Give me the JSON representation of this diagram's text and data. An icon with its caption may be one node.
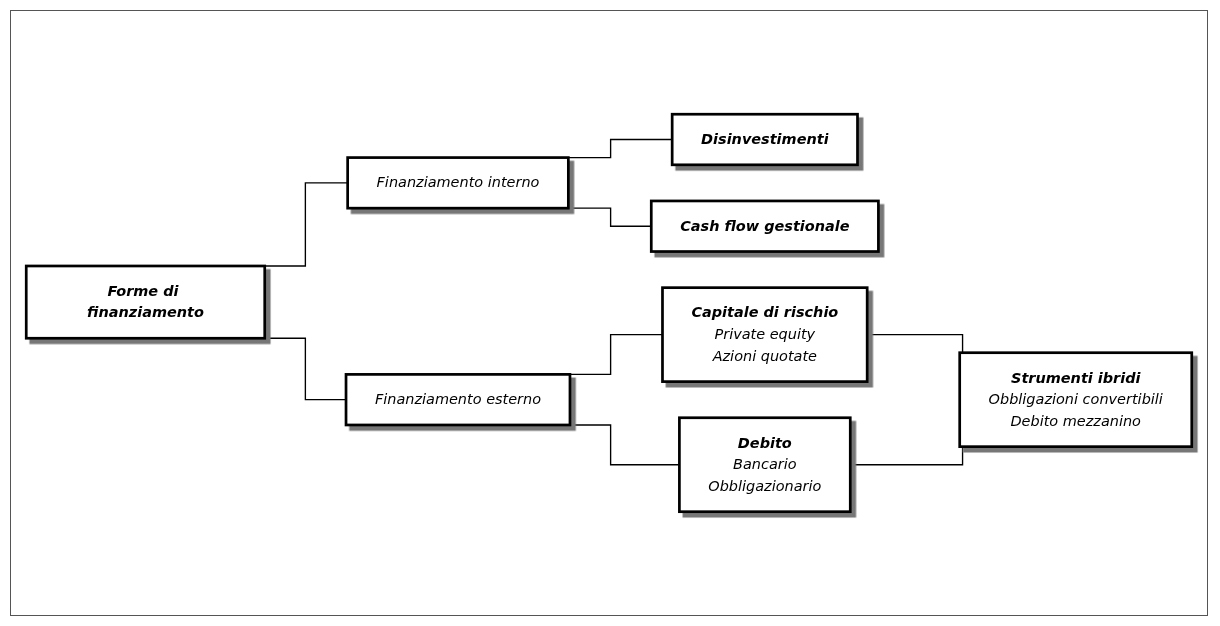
{
  "diagram": {
    "nodes": [
      {
        "text": [
          "Forme di finanziamento"
        ]
      },
      {
        "text": [
          "Finanziamento interno"
        ]
      },
      {
        "text": [
          "Finanziamento esterno"
        ]
      },
      {
        "text": [
          "Disinvestimenti"
        ]
      },
      {
        "text": [
          "Cash flow gestionale"
        ]
      },
      {
        "text": [
          "Capitale di rischio",
          "Private equity",
          "Azioni quotate"
        ]
      },
      {
        "text": [
          "Debito",
          "Bancario",
          "Obbligazionario"
        ]
      },
      {
        "text": [
          "Strumenti ibridi",
          "Obbligazioni convertibili",
          "Debito mezzanino"
        ]
      }
    ],
    "edges": [
      {
        "from": 0,
        "to": 1,
        "arrow": "none"
      },
      {
        "from": 0,
        "to": 2,
        "arrow": "none"
      },
      {
        "from": 1,
        "to": 3,
        "arrow": "none"
      },
      {
        "from": 1,
        "to": 4,
        "arrow": "none"
      },
      {
        "from": 2,
        "to": 5,
        "arrow": "none"
      },
      {
        "from": 2,
        "to": 6,
        "arrow": "none"
      },
      {
        "from": 5,
        "to": 7,
        "arrow": "none"
      },
      {
        "from": 6,
        "to": 7,
        "arrow": "none"
      }
    ]
  }
}
